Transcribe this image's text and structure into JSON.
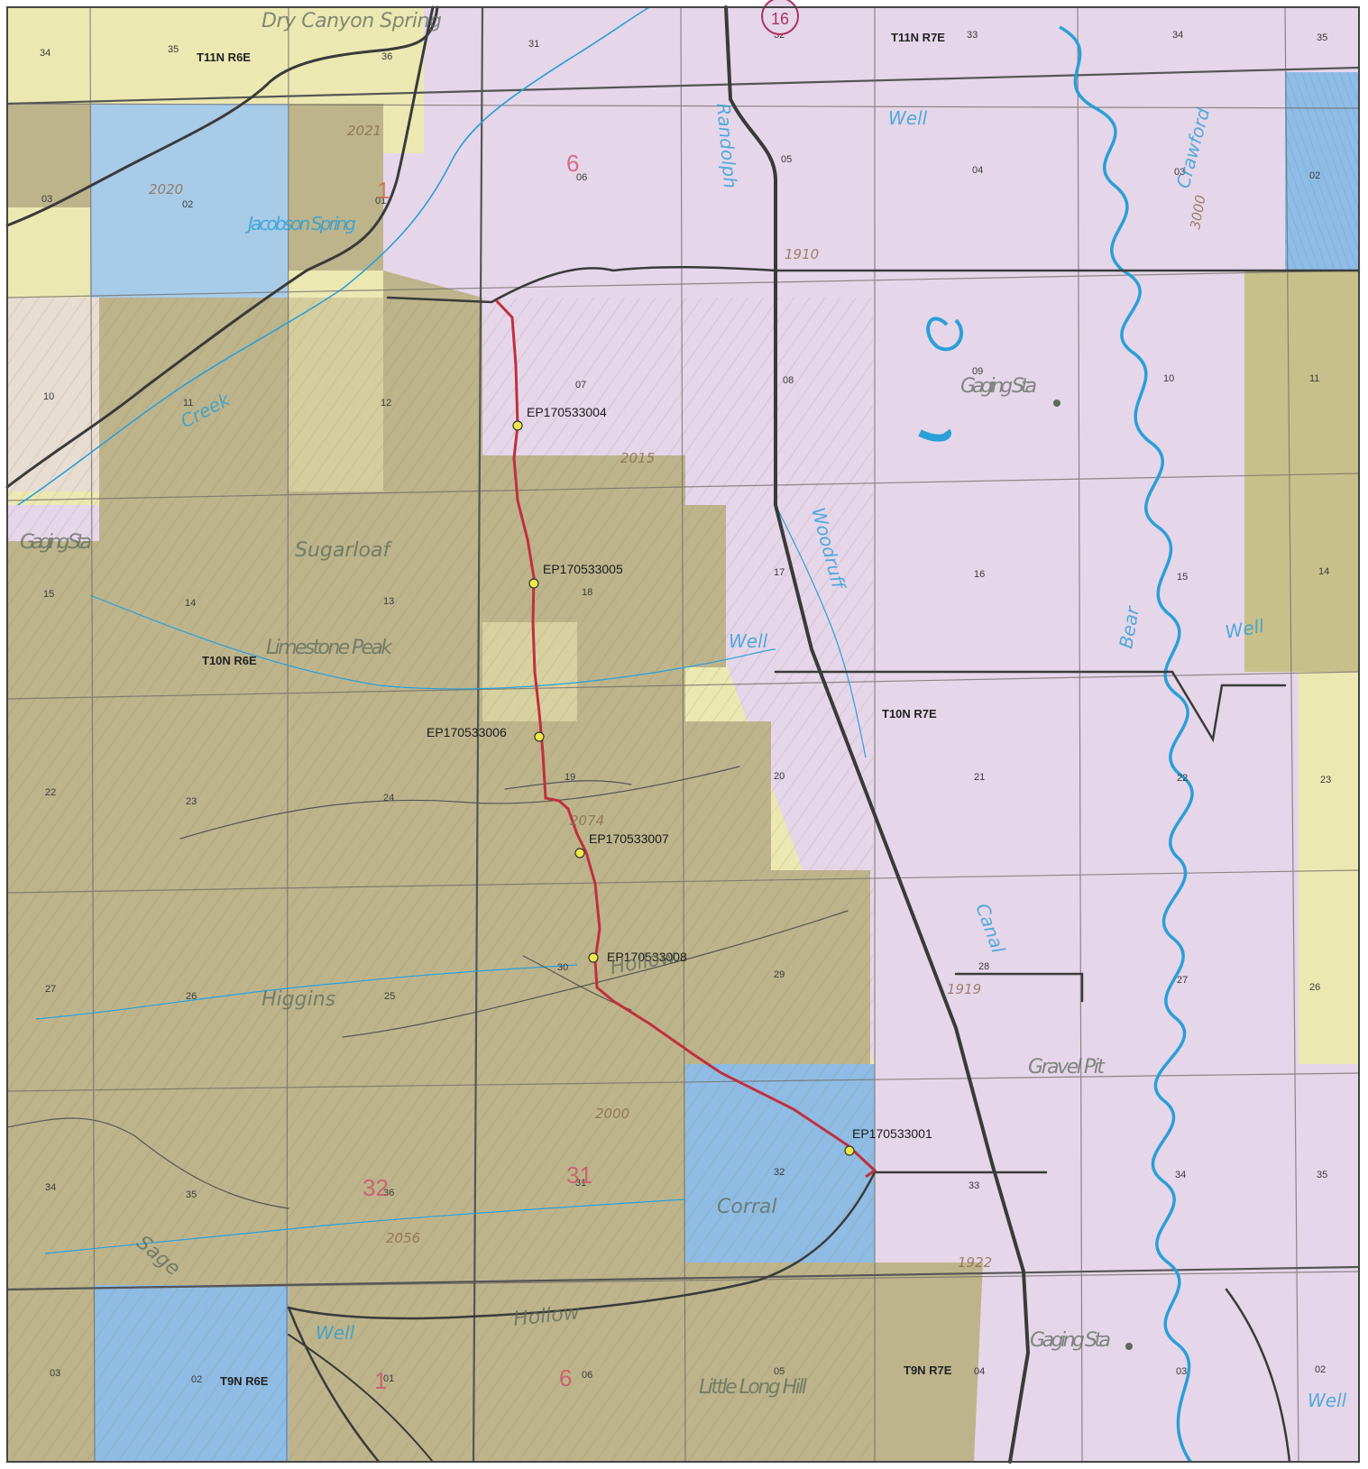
{
  "colors": {
    "blm": "#ece8b2",
    "forest": "#bdb48c",
    "state": "#a8cbe8",
    "private": "#e6d6ea",
    "route": "#c0303c",
    "point": "#f2e84a",
    "river": "#2a9fd8",
    "road": "#3a3a3a"
  },
  "townships": [
    "T11N R6E",
    "T11N R7E",
    "T10N R6E",
    "T10N R7E",
    "T9N R6E",
    "T9N R7E"
  ],
  "sections": [
    "34",
    "35",
    "36",
    "31",
    "32",
    "33",
    "34",
    "35",
    "03",
    "02",
    "01",
    "06",
    "05",
    "04",
    "03",
    "02",
    "10",
    "11",
    "12",
    "07",
    "08",
    "09",
    "10",
    "11",
    "15",
    "14",
    "13",
    "18",
    "17",
    "16",
    "15",
    "14",
    "22",
    "23",
    "24",
    "19",
    "20",
    "21",
    "22",
    "23",
    "27",
    "26",
    "25",
    "30",
    "29",
    "28",
    "27",
    "26",
    "34",
    "35",
    "36",
    "31",
    "32",
    "33",
    "34",
    "35",
    "03",
    "02",
    "01",
    "06",
    "05",
    "04",
    "03",
    "02"
  ],
  "points": [
    {
      "id": "EP170533004"
    },
    {
      "id": "EP170533005"
    },
    {
      "id": "EP170533006"
    },
    {
      "id": "EP170533007"
    },
    {
      "id": "EP170533008"
    },
    {
      "id": "EP170533001"
    }
  ],
  "features": {
    "dry_canyon_spring": "Dry Canyon Spring",
    "jacobson_spring": "Jacobson Spring",
    "sugarloaf": "Sugarloaf",
    "limestone_peak": "Limestone Peak",
    "higgins": "Higgins",
    "hollow_1": "Hollow",
    "hollow_2": "Hollow",
    "sage": "Sage",
    "corral": "Corral",
    "little_long_hill": "Little Long Hill",
    "gaging_sta_1": "Gaging Sta",
    "gaging_sta_2": "Gaging Sta",
    "gaging_sta_3": "Gaging Sta",
    "gravel_pit": "Gravel Pit",
    "creek": "Creek",
    "bear": "Bear",
    "woodruff": "Woodruff",
    "randolph": "Randolph",
    "canal": "Canal",
    "crawford": "Crawford",
    "well_1": "Well",
    "well_2": "Well",
    "well_3": "Well",
    "well_4": "Well",
    "well_5": "Well"
  },
  "contours": [
    "2021",
    "2020",
    "1910",
    "2015",
    "2074",
    "2000",
    "2056",
    "1919",
    "1922",
    "3000"
  ],
  "highway_shield": "16",
  "big_section_numbers": [
    "6",
    "1",
    "32",
    "31",
    "1",
    "6"
  ]
}
